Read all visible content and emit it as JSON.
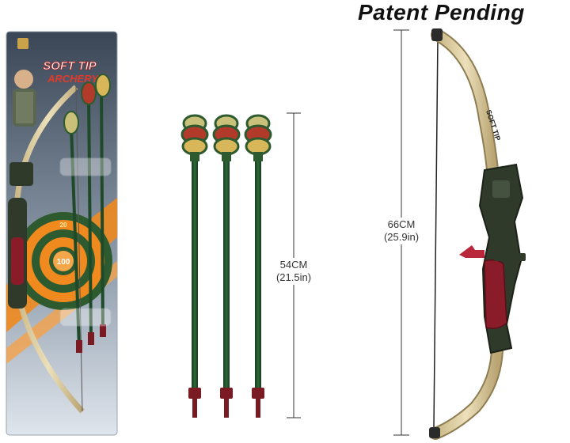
{
  "headline": "Patent Pending",
  "package": {
    "title_line1": "SOFT TIP",
    "title_line2": "ARCHERY",
    "target_score_center": "100",
    "target_score_ring": "20"
  },
  "arrows_dimension": {
    "metric": "54CM",
    "imperial": "(21.5in)"
  },
  "bow_dimension": {
    "metric": "66CM",
    "imperial": "(25.9in)"
  },
  "bow_limb_label": "SOFT TIP",
  "colors": {
    "arrow_shaft": "#1f4a2a",
    "arrow_tip": "#7a1a22",
    "bow_limb": "#d9c99a",
    "bow_grip": "#2f3a2a",
    "grip_pad": "#8a1c2a",
    "target_orange": "#f08a1e",
    "target_green": "#2d5a2e",
    "package_bg": "#2b3542"
  }
}
